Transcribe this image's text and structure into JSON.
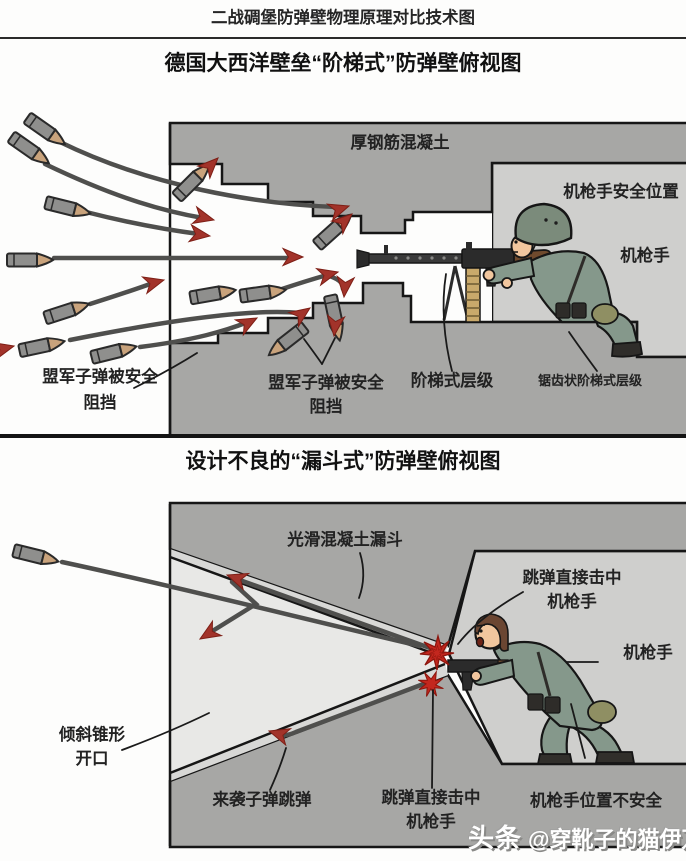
{
  "header": {
    "title": "二战碉堡防弹壁物理原理对比技术图"
  },
  "top_section": {
    "title": "德国大西洋壁垒“阶梯式”防弹壁俯视图",
    "labels": {
      "concrete": "厚钢筋混凝土",
      "safe_position": "机枪手安全位置",
      "gunner": "机枪手",
      "blocked_left_line1": "盟军子弹被安全",
      "blocked_left_line2": "阻挡",
      "blocked_mid_line1": "盟军子弹被安全",
      "blocked_mid_line2": "阻挡",
      "stepped_levels": "阶梯式层级",
      "sawtooth_levels": "锯齿状阶梯式层级"
    }
  },
  "bottom_section": {
    "title": "设计不良的“漏斗式”防弹壁俯视图",
    "labels": {
      "smooth_funnel": "光滑混凝土漏斗",
      "ricochet_hit_top_line1": "跳弹直接击中",
      "ricochet_hit_top_line2": "机枪手",
      "gunner": "机枪手",
      "cone_opening_line1": "倾斜锥形",
      "cone_opening_line2": "开口",
      "incoming_ricochet": "来袭子弹跳弹",
      "ricochet_hit_bottom_line1": "跳弹直接击中",
      "ricochet_hit_bottom_line2": "机枪手",
      "unsafe_position": "机枪手位置不安全"
    }
  },
  "watermark": {
    "badge": "头条",
    "handle": "@穿靴子的猫伊万"
  },
  "colors": {
    "wall": "#a7a7a5",
    "room": "#cfcfcd",
    "funnel_interior": "#e8e8e6",
    "funnel_surface": "#d8d8d6",
    "trajectory": "#4f4f4d",
    "impact_red": "#a2332a",
    "burst_red": "#c3271e",
    "uniform_green": "#85988b",
    "skin": "#f1c69e"
  }
}
